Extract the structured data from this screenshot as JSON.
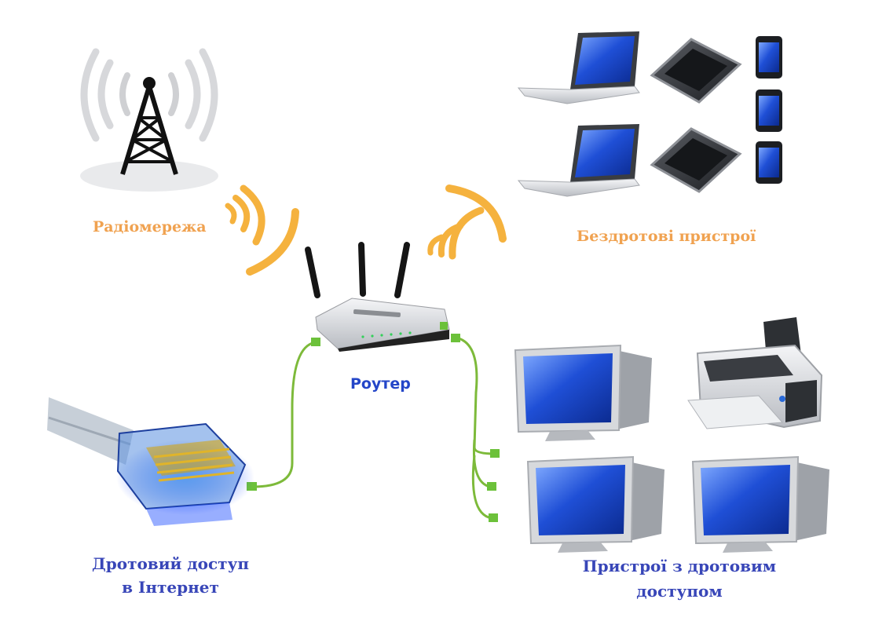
{
  "labels": {
    "radio_network": "Радіомережа",
    "wireless_devices": "Бездротові пристрої",
    "router": "Роутер",
    "wired_internet_line1": "Дротовий доступ",
    "wired_internet_line2": "в Інтернет",
    "wired_devices_line1": "Пристрої з дротовим",
    "wired_devices_line2": "доступом"
  },
  "colors": {
    "wave_orange": "#f5b23e",
    "label_orange": "#f0a250",
    "label_blue": "#3846b8",
    "router_label_blue": "#2446c8",
    "cable_green": "#7dba3a",
    "screen_blue": "#1f4fd6",
    "device_grey": "#c9ccd1"
  },
  "icons": [
    "radio-tower-icon",
    "router-icon",
    "ethernet-plug-icon",
    "laptop-icon",
    "tablet-icon",
    "smartphone-icon",
    "desktop-monitor-icon",
    "printer-icon",
    "wifi-wave-icon"
  ]
}
